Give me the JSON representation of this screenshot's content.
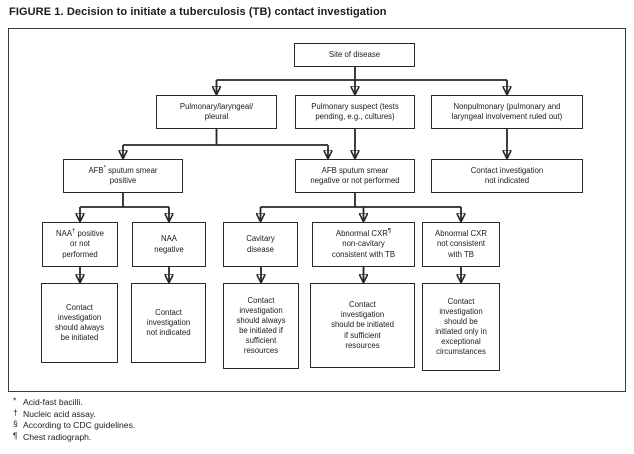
{
  "figure": {
    "title": "FIGURE 1. Decision to initiate a tuberculosis (TB) contact investigation"
  },
  "nodes": {
    "site_of_disease": {
      "label": "Site of disease"
    },
    "pulmonary_laryngeal_pleural": {
      "label": "Pulmonary/laryngeal/\npleural"
    },
    "pulmonary_suspect": {
      "label": "Pulmonary suspect (tests\npending, e.g., cultures)"
    },
    "nonpulmonary": {
      "label": "Nonpulmonary (pulmonary and\nlaryngeal involvement ruled out)"
    },
    "afb_smear_positive": {
      "pre": "AFB",
      "sup": "*",
      "post": " sputum smear",
      "line2": "positive"
    },
    "afb_smear_negative": {
      "label": "AFB sputum smear\nnegative or not performed"
    },
    "contact_not_indicated_nonpulmonary": {
      "label": "Contact investigation\nnot indicated"
    },
    "naa_positive": {
      "pre": "NAA",
      "sup": "†",
      "post": " positive",
      "line2": "or not\nperformed"
    },
    "naa_negative": {
      "label": "NAA\nnegative"
    },
    "cavitary_disease": {
      "label": "Cavitary\ndisease"
    },
    "abnormal_cxr_noncavitary": {
      "pre": "Abnormal CXR",
      "sup": "¶",
      "post": "",
      "line2": "non-cavitary\nconsistent with TB"
    },
    "abnormal_cxr_not_consistent": {
      "label": "Abnormal CXR\nnot consistent\nwith TB"
    },
    "ci_always": {
      "label": "Contact\ninvestigation\nshould always\nbe initiated"
    },
    "ci_not_indicated": {
      "label": "Contact\ninvestigation\nnot indicated"
    },
    "ci_always_if_resources": {
      "label": "Contact\ninvestigation\nshould always\nbe initiated if\nsufficient\nresources"
    },
    "ci_if_resources": {
      "label": "Contact\ninvestigation\nshould be initiated\nif sufficient\nresources"
    },
    "ci_exceptional": {
      "label": "Contact\ninvestigation\nshould be\ninitiated only in\nexceptional\ncircumstances"
    }
  },
  "edges": [
    {
      "from": "site_of_disease",
      "to": "pulmonary_laryngeal_pleural"
    },
    {
      "from": "site_of_disease",
      "to": "pulmonary_suspect"
    },
    {
      "from": "site_of_disease",
      "to": "nonpulmonary"
    },
    {
      "from": "pulmonary_laryngeal_pleural",
      "to": "afb_smear_positive"
    },
    {
      "from": "pulmonary_laryngeal_pleural",
      "to": "afb_smear_negative"
    },
    {
      "from": "pulmonary_suspect",
      "to": "afb_smear_negative"
    },
    {
      "from": "nonpulmonary",
      "to": "contact_not_indicated_nonpulmonary"
    },
    {
      "from": "afb_smear_positive",
      "to": "naa_positive"
    },
    {
      "from": "afb_smear_positive",
      "to": "naa_negative"
    },
    {
      "from": "afb_smear_negative",
      "to": "cavitary_disease"
    },
    {
      "from": "afb_smear_negative",
      "to": "abnormal_cxr_noncavitary"
    },
    {
      "from": "afb_smear_negative",
      "to": "abnormal_cxr_not_consistent"
    },
    {
      "from": "naa_positive",
      "to": "ci_always"
    },
    {
      "from": "naa_negative",
      "to": "ci_not_indicated"
    },
    {
      "from": "cavitary_disease",
      "to": "ci_always_if_resources"
    },
    {
      "from": "abnormal_cxr_noncavitary",
      "to": "ci_if_resources"
    },
    {
      "from": "abnormal_cxr_not_consistent",
      "to": "ci_exceptional"
    }
  ],
  "footnotes": [
    {
      "marker": "*",
      "text": "Acid-fast bacilli."
    },
    {
      "marker": "†",
      "text": "Nucleic acid assay."
    },
    {
      "marker": "§",
      "text": "According to CDC guidelines."
    },
    {
      "marker": "¶",
      "text": "Chest radiograph."
    }
  ],
  "colors": {
    "ink": "#1b1b1b",
    "line": "#282828",
    "background": "#ffffff"
  }
}
